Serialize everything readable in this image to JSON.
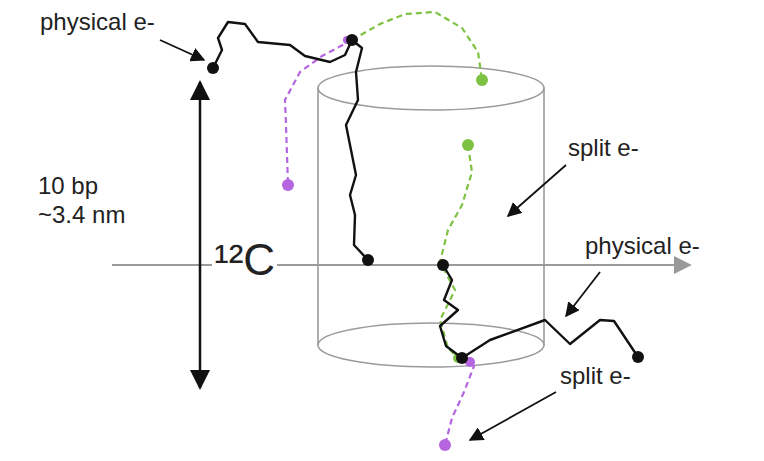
{
  "diagram": {
    "labels": [
      "physical e-",
      "10 bp ~3.4 nm",
      "¹²C",
      "split e-",
      "physical e-",
      "split e-"
    ]
  }
}
